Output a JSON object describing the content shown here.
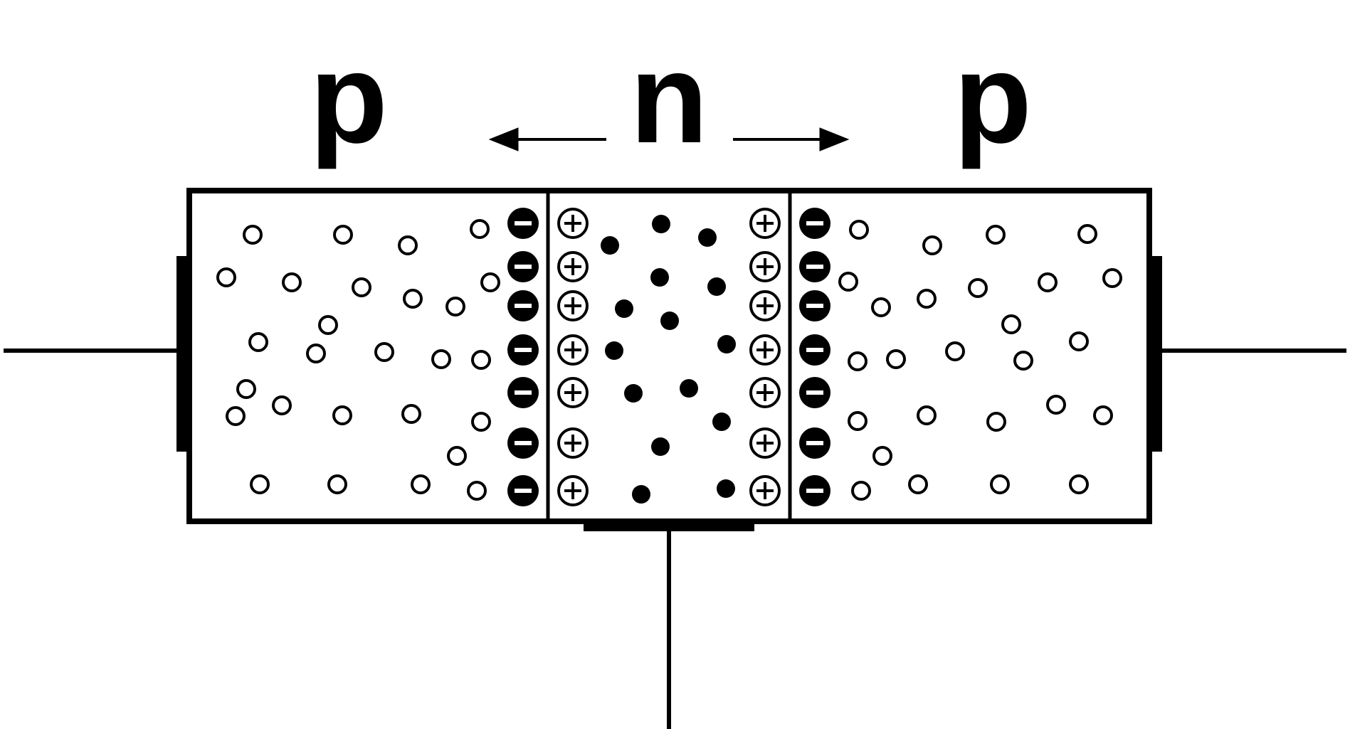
{
  "labels": {
    "left_region": "p",
    "center_region": "n",
    "right_region": "p"
  },
  "colors": {
    "ink": "#000000",
    "background": "#ffffff"
  },
  "particles": {
    "hole": "open-circle",
    "electron": "filled-dot",
    "negative_ion": "filled-circle-minus",
    "positive_ion": "circled-plus"
  }
}
